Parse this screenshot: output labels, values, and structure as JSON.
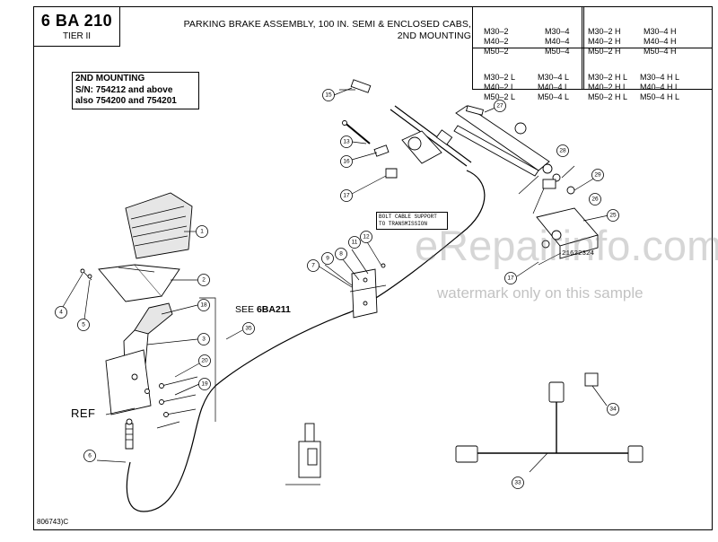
{
  "header": {
    "section_code": "6 BA 210",
    "tier": "TIER II",
    "title_line1": "PARKING BRAKE ASSEMBLY, 100 IN. SEMI & ENCLOSED CABS,",
    "title_line2": "2ND MOUNTING"
  },
  "models": {
    "top_left": [
      "M30–2",
      "M40–2",
      "M50–2"
    ],
    "top_mid": [
      "M30–4",
      "M40–4",
      "M50–4"
    ],
    "top_right_a": [
      "M30–2 H",
      "M40–2 H",
      "M50–2 H"
    ],
    "top_right_b": [
      "M30–4 H",
      "M40–4 H",
      "M50–4 H"
    ],
    "bottom_left": [
      "M30–2 L",
      "M40–2 L",
      "M50–2 L"
    ],
    "bottom_mid": [
      "M30–4 L",
      "M40–4 L",
      "M50–4 L"
    ],
    "bottom_right_a": [
      "M30–2 H L",
      "M40–2 H L",
      "M50–2 H L"
    ],
    "bottom_right_b": [
      "M30–4 H L",
      "M40–4 H L",
      "M50–4 H L"
    ]
  },
  "mounting_note": {
    "line1": "2ND MOUNTING",
    "line2": "S/N: 754212 and above",
    "line3": "also 754200 and 754201"
  },
  "see_reference": {
    "prefix": "SEE ",
    "target": "6BA211"
  },
  "ref_label": "REF",
  "cable_note": {
    "line1": "BOLT CABLE SUPPORT",
    "line2": "TO TRANSMISSION"
  },
  "part_ref": "21622324",
  "doc_number": "806743)C",
  "watermark": {
    "brand": "eRepairinfo.com",
    "note": "watermark only on this sample"
  },
  "callouts": {
    "c1": "1",
    "c2": "2",
    "c3": "3",
    "c4": "4",
    "c5": "5",
    "c6": "6",
    "c7": "7",
    "c8": "8",
    "c9": "9",
    "c11": "11",
    "c12": "12",
    "c13": "13",
    "c15": "15",
    "c16": "16",
    "c17a": "17",
    "c17b": "17",
    "c18": "18",
    "c19": "19",
    "c20": "20",
    "c25": "25",
    "c26": "26",
    "c27": "27",
    "c28": "28",
    "c29": "29",
    "c33": "33",
    "c34": "34",
    "c35": "35"
  }
}
